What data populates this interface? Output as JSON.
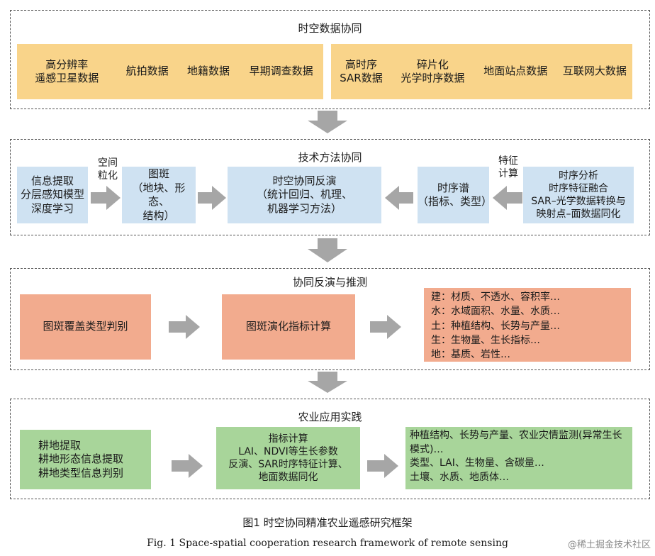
{
  "s1": {
    "title": "时空数据协同",
    "left_items": [
      "高分辨率\n遥感卫星数据",
      "航拍数据",
      "地籍数据",
      "早期调查数据"
    ],
    "right_items": [
      "高时序\nSAR数据",
      "碎片化\n光学时序数据",
      "地面站点数据",
      "互联网大数据"
    ]
  },
  "s2": {
    "title": "技术方法协同",
    "box1": "信息提取\n分层感知模型\n深度学习",
    "label1": "空间\n粒化",
    "box2": "图斑\n（地块、形态、\n结构）",
    "box3": "时空协同反演\n（统计回归、机理、\n机器学习方法）",
    "box4": "时序谱\n（指标、类型）",
    "label2": "特征\n计算",
    "box5": "时序分析\n时序特征融合\nSAR–光学数据转换与\n映射点–面数据同化"
  },
  "s3": {
    "title": "协同反演与推测",
    "box1": "图斑覆盖类型判别",
    "box2": "图斑演化指标计算",
    "list": [
      "建：材质、不透水、容积率…",
      "水：水域面积、水量、水质…",
      "土：种植结构、长势与产量…",
      "生：生物量、生长指标…",
      "地：基质、岩性…"
    ]
  },
  "s4": {
    "title": "农业应用实践",
    "box1": "耕地提取\n耕地形态信息提取\n耕地类型信息判别",
    "box2": "指标计算\nLAI、NDVI等生长参数\n反演、SAR时序特征计算、\n地面数据同化",
    "box3": "种植结构、长势与产量、农业灾情监测(异常生长模式)…\n类型、LAI、生物量、含碳量…\n土壤、水质、地质体…"
  },
  "caption_cn": "图1   时空协同精准农业遥感研究框架",
  "caption_en": "Fig. 1   Space-spatial cooperation research framework of remote sensing",
  "watermark": "@稀土掘金技术社区",
  "colors": {
    "yellow": "#f9d48a",
    "blue": "#cfe2f2",
    "salmon": "#f2ab8e",
    "green": "#a8d59a",
    "arrow": "#a6a6a6"
  }
}
